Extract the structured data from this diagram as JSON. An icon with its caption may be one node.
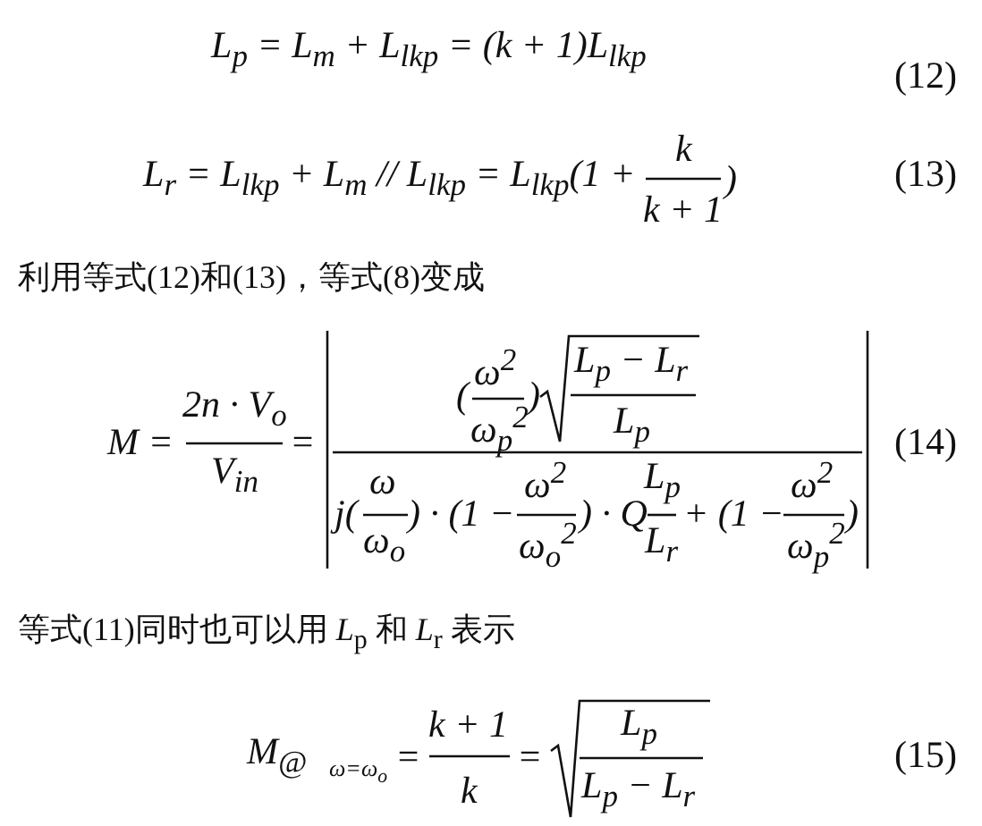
{
  "diagram": {
    "labels": [
      "L$_{p}$ = L$_{m}$ + L$_{lkp}$ = (k + 1)L$_{lkp}$",
      "(12)",
      "L$_{r}$ = L$_{lkp}$ + L$_{m}$ // L$_{lkp}$ = L$_{lkp}$(1 +",
      "k",
      "k + 1",
      ")",
      "(13)",
      "利用等式(12)和(13)，等式(8)变成",
      "M =",
      "2n · V$_{o}$",
      "V$_{in}$",
      "=",
      "(",
      "ω$^{2}$",
      "ω$_{p}$$^{2}$",
      ")",
      "L$_{p}$ − L$_{r}$",
      "L$_{p}$",
      "j(",
      "ω",
      "ω$_{o}$",
      ") · (1 −",
      "ω$^{2}$",
      "ω$_{o}$$^{2}$",
      ") · Q",
      "L$_{p}$",
      "L$_{r}$",
      "+ (1 −",
      "ω$^{2}$",
      "ω$_{p}$$^{2}$",
      ")",
      "(14)",
      "等式(11)同时也可以用 *L*$_{p}$ 和 *L*$_{r}$ 表示",
      "M$_{@}$",
      "ω=ω$_{o}$",
      "=",
      "k + 1",
      "k",
      "=",
      "L$_{p}$",
      "L$_{p}$ − L$_{r}$",
      "(15)"
    ]
  }
}
